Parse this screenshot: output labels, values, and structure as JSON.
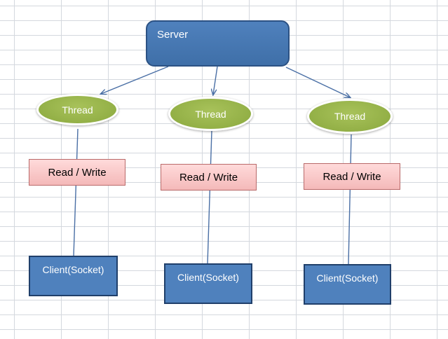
{
  "server": {
    "label": "Server"
  },
  "columns": [
    {
      "thread_label": "Thread",
      "rw_label": "Read / Write",
      "client_label": "Client(Socket)"
    },
    {
      "thread_label": "Thread",
      "rw_label": "Read / Write",
      "client_label": "Client(Socket)"
    },
    {
      "thread_label": "Thread",
      "rw_label": "Read / Write",
      "client_label": "Client(Socket)"
    }
  ],
  "colors": {
    "server_fill": "#4f81bd",
    "thread_fill": "#9bbb59",
    "read_write_fill": "#f9caca",
    "client_fill": "#4f81bd",
    "connector": "#4a6fa5"
  }
}
